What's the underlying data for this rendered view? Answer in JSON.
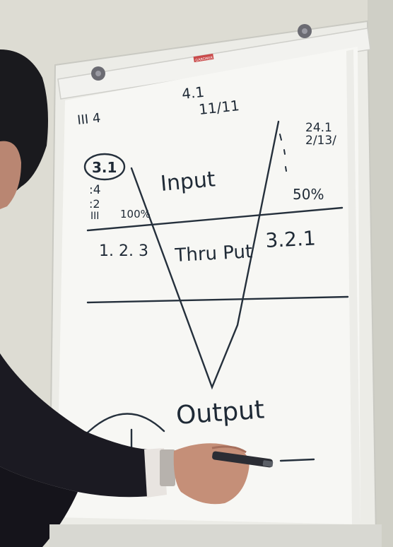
{
  "photo": {
    "subject": "Whiteboard flip chart with hand-drawn funnel diagram",
    "board_brand": "GARDNER"
  },
  "whiteboard": {
    "top_center_lines": [
      "4.1",
      "11/11"
    ],
    "top_left": "III  4",
    "top_right_lines": [
      "24.1",
      "2/13/"
    ],
    "left_margin_lines": [
      "3.1",
      ":4",
      ":2",
      "III",
      "100%"
    ],
    "input_label": "Input",
    "input_percent": "50%",
    "throughput_numbers_left": "1. 2. 3",
    "throughput_label": "Thru Put",
    "throughput_numbers_right": "3.2.1",
    "output_label": "Output"
  },
  "colors": {
    "ink": "#1f2a36",
    "board": "#f7f7f4",
    "frame": "#e9e9e4",
    "jacket": "#1b1a22",
    "skin": "#c58f78"
  }
}
